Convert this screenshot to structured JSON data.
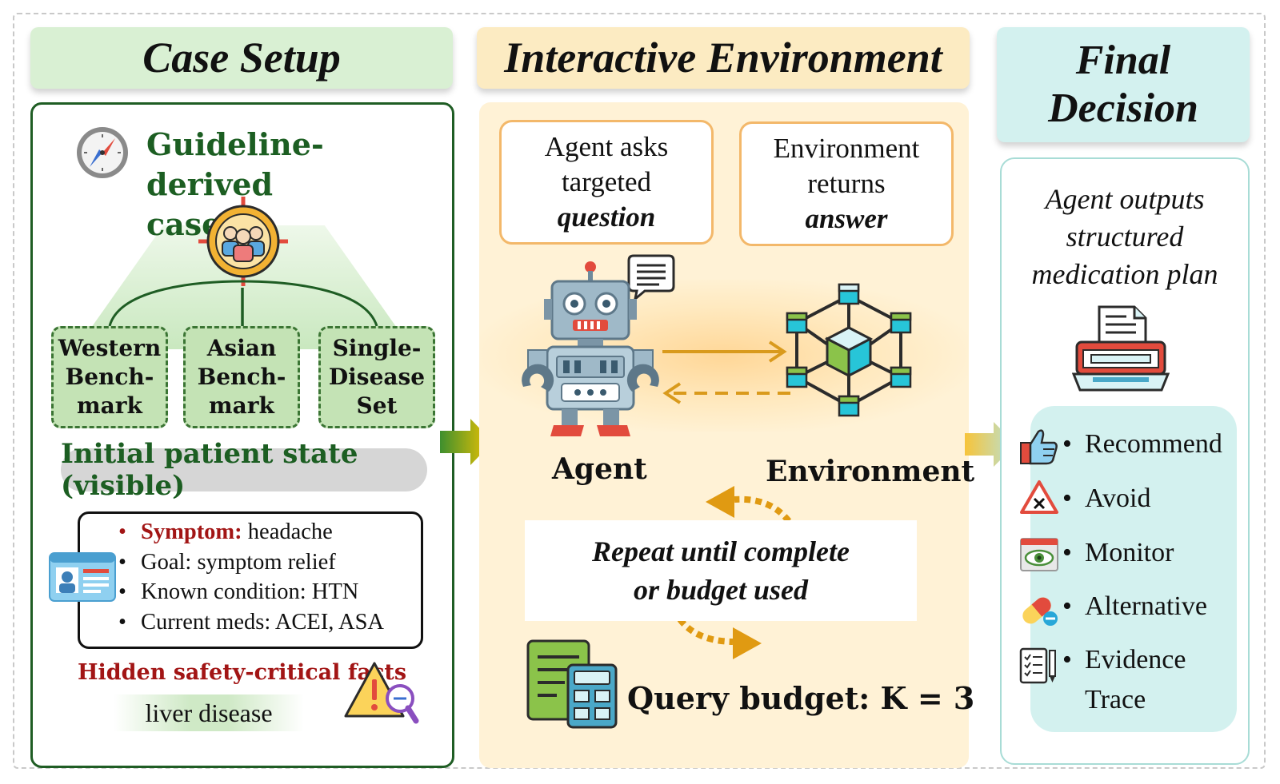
{
  "headers": {
    "case_setup": "Case Setup",
    "interactive_environment": "Interactive Environment",
    "final_decision_line1": "Final",
    "final_decision_line2": "Decision"
  },
  "case_setup": {
    "title_line1": "Guideline-derived",
    "title_line2": "cases",
    "benchmarks": [
      {
        "label": "Western\nBench-\nmark"
      },
      {
        "label": "Asian\nBench-\nmark"
      },
      {
        "label": "Single-\nDisease\nSet"
      }
    ],
    "initial_state_label": "Initial patient state (visible)",
    "patient": {
      "symptom_key": "Symptom:",
      "symptom_value": "headache",
      "goal": "Goal: symptom relief",
      "known_condition": "Known condition: HTN",
      "current_meds": "Current meds: ACEI, ASA"
    },
    "hidden_title": "Hidden safety-critical facts",
    "hidden_value": "liver disease"
  },
  "interactive_environment": {
    "ask_line1": "Agent asks",
    "ask_line2": "targeted",
    "ask_line3": "question",
    "return_line1": "Environment",
    "return_line2": "returns",
    "return_line3": "answer",
    "agent_label": "Agent",
    "environment_label": "Environment",
    "repeat_line1": "Repeat until complete",
    "repeat_line2": "or budget used",
    "query_budget": "Query budget: K = 3"
  },
  "final_decision": {
    "output_line1": "Agent outputs",
    "output_line2": "structured",
    "output_line3": "medication plan",
    "items": [
      {
        "label": "Recommend",
        "icon": "thumbs-up-icon"
      },
      {
        "label": "Avoid",
        "icon": "warning-icon"
      },
      {
        "label": "Monitor",
        "icon": "eye-icon"
      },
      {
        "label": "Alternative",
        "icon": "pill-icon"
      },
      {
        "label": "Evidence",
        "label2": "Trace",
        "icon": "checklist-icon"
      }
    ]
  },
  "colors": {
    "green_dark": "#1c5e22",
    "red_accent": "#a21515",
    "orange_arrow": "#d99a1c",
    "teal_panel": "#d3f1ef"
  }
}
